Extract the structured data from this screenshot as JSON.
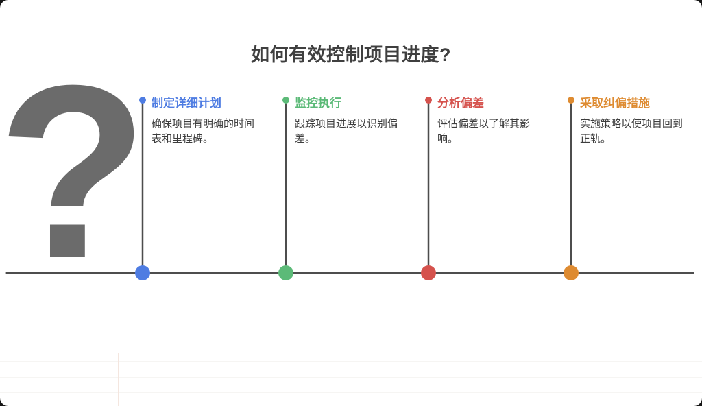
{
  "page": {
    "title": "如何有效控制项目进度?"
  },
  "question_mark": {
    "glyph": "?",
    "color": "#6b6b6b"
  },
  "timeline": {
    "line_color": "#4d4d4d"
  },
  "steps": [
    {
      "title": "制定详细计划",
      "description": "确保项目有明确的时间表和里程碑。",
      "color": "#4e7ce2"
    },
    {
      "title": "监控执行",
      "description": "跟踪项目进展以识别偏差。",
      "color": "#5cba78"
    },
    {
      "title": "分析偏差",
      "description": "评估偏差以了解其影响。",
      "color": "#d5524d"
    },
    {
      "title": "采取纠偏措施",
      "description": "实施策略以使项目回到正轨。",
      "color": "#de8b31"
    }
  ]
}
